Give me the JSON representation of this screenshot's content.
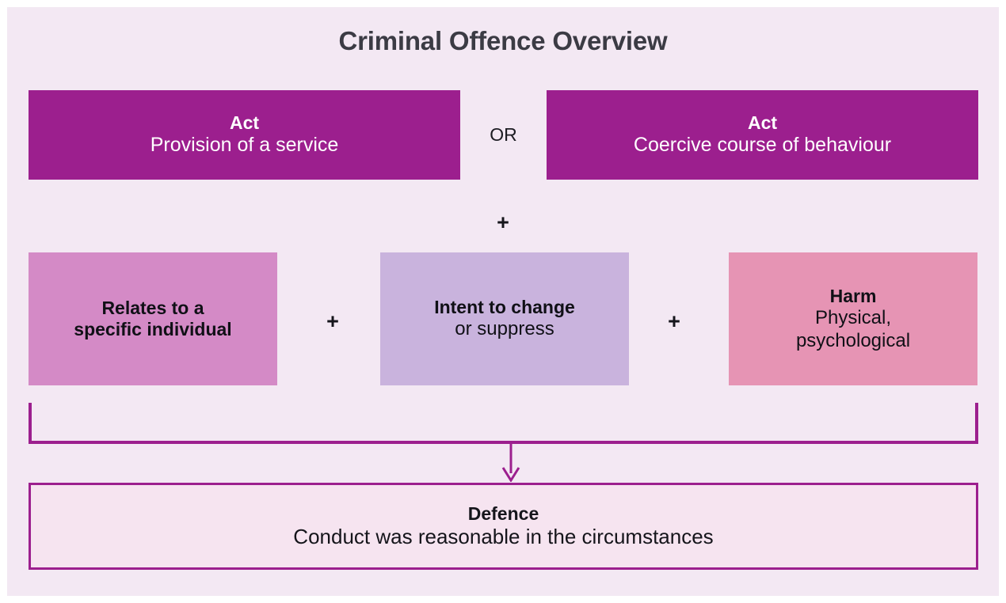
{
  "diagram": {
    "title": "Criminal Offence Overview",
    "background_color": "#f3e8f3",
    "accent_color": "#9c1f8e",
    "row_act": {
      "left_box": {
        "heading": "Act",
        "detail": "Provision of a service",
        "color": "#9c1f8e"
      },
      "connector": "OR",
      "right_box": {
        "heading": "Act",
        "detail": "Coercive course of behaviour",
        "color": "#9c1f8e"
      }
    },
    "row_connector": "+",
    "row_elements": {
      "items": [
        {
          "heading_line_1": "Relates to a",
          "heading_line_2": "specific individual",
          "detail": "",
          "color": "#d48ac6"
        },
        {
          "heading_line_1": "Intent to change",
          "heading_line_2": "",
          "detail": "or suppress",
          "color": "#c9b3dd"
        },
        {
          "heading_line_1": "Harm",
          "heading_line_2": "",
          "detail_line_1": "Physical,",
          "detail_line_2": "psychological",
          "color": "#e694b4"
        }
      ],
      "separators": [
        "+",
        "+"
      ]
    },
    "arrow": {
      "name": "down-arrow",
      "color": "#9c1f8e"
    },
    "defence": {
      "heading": "Defence",
      "detail": "Conduct was reasonable in the circumstances",
      "border_color": "#9c1f8e",
      "fill_color": "#f6e4f0"
    }
  }
}
